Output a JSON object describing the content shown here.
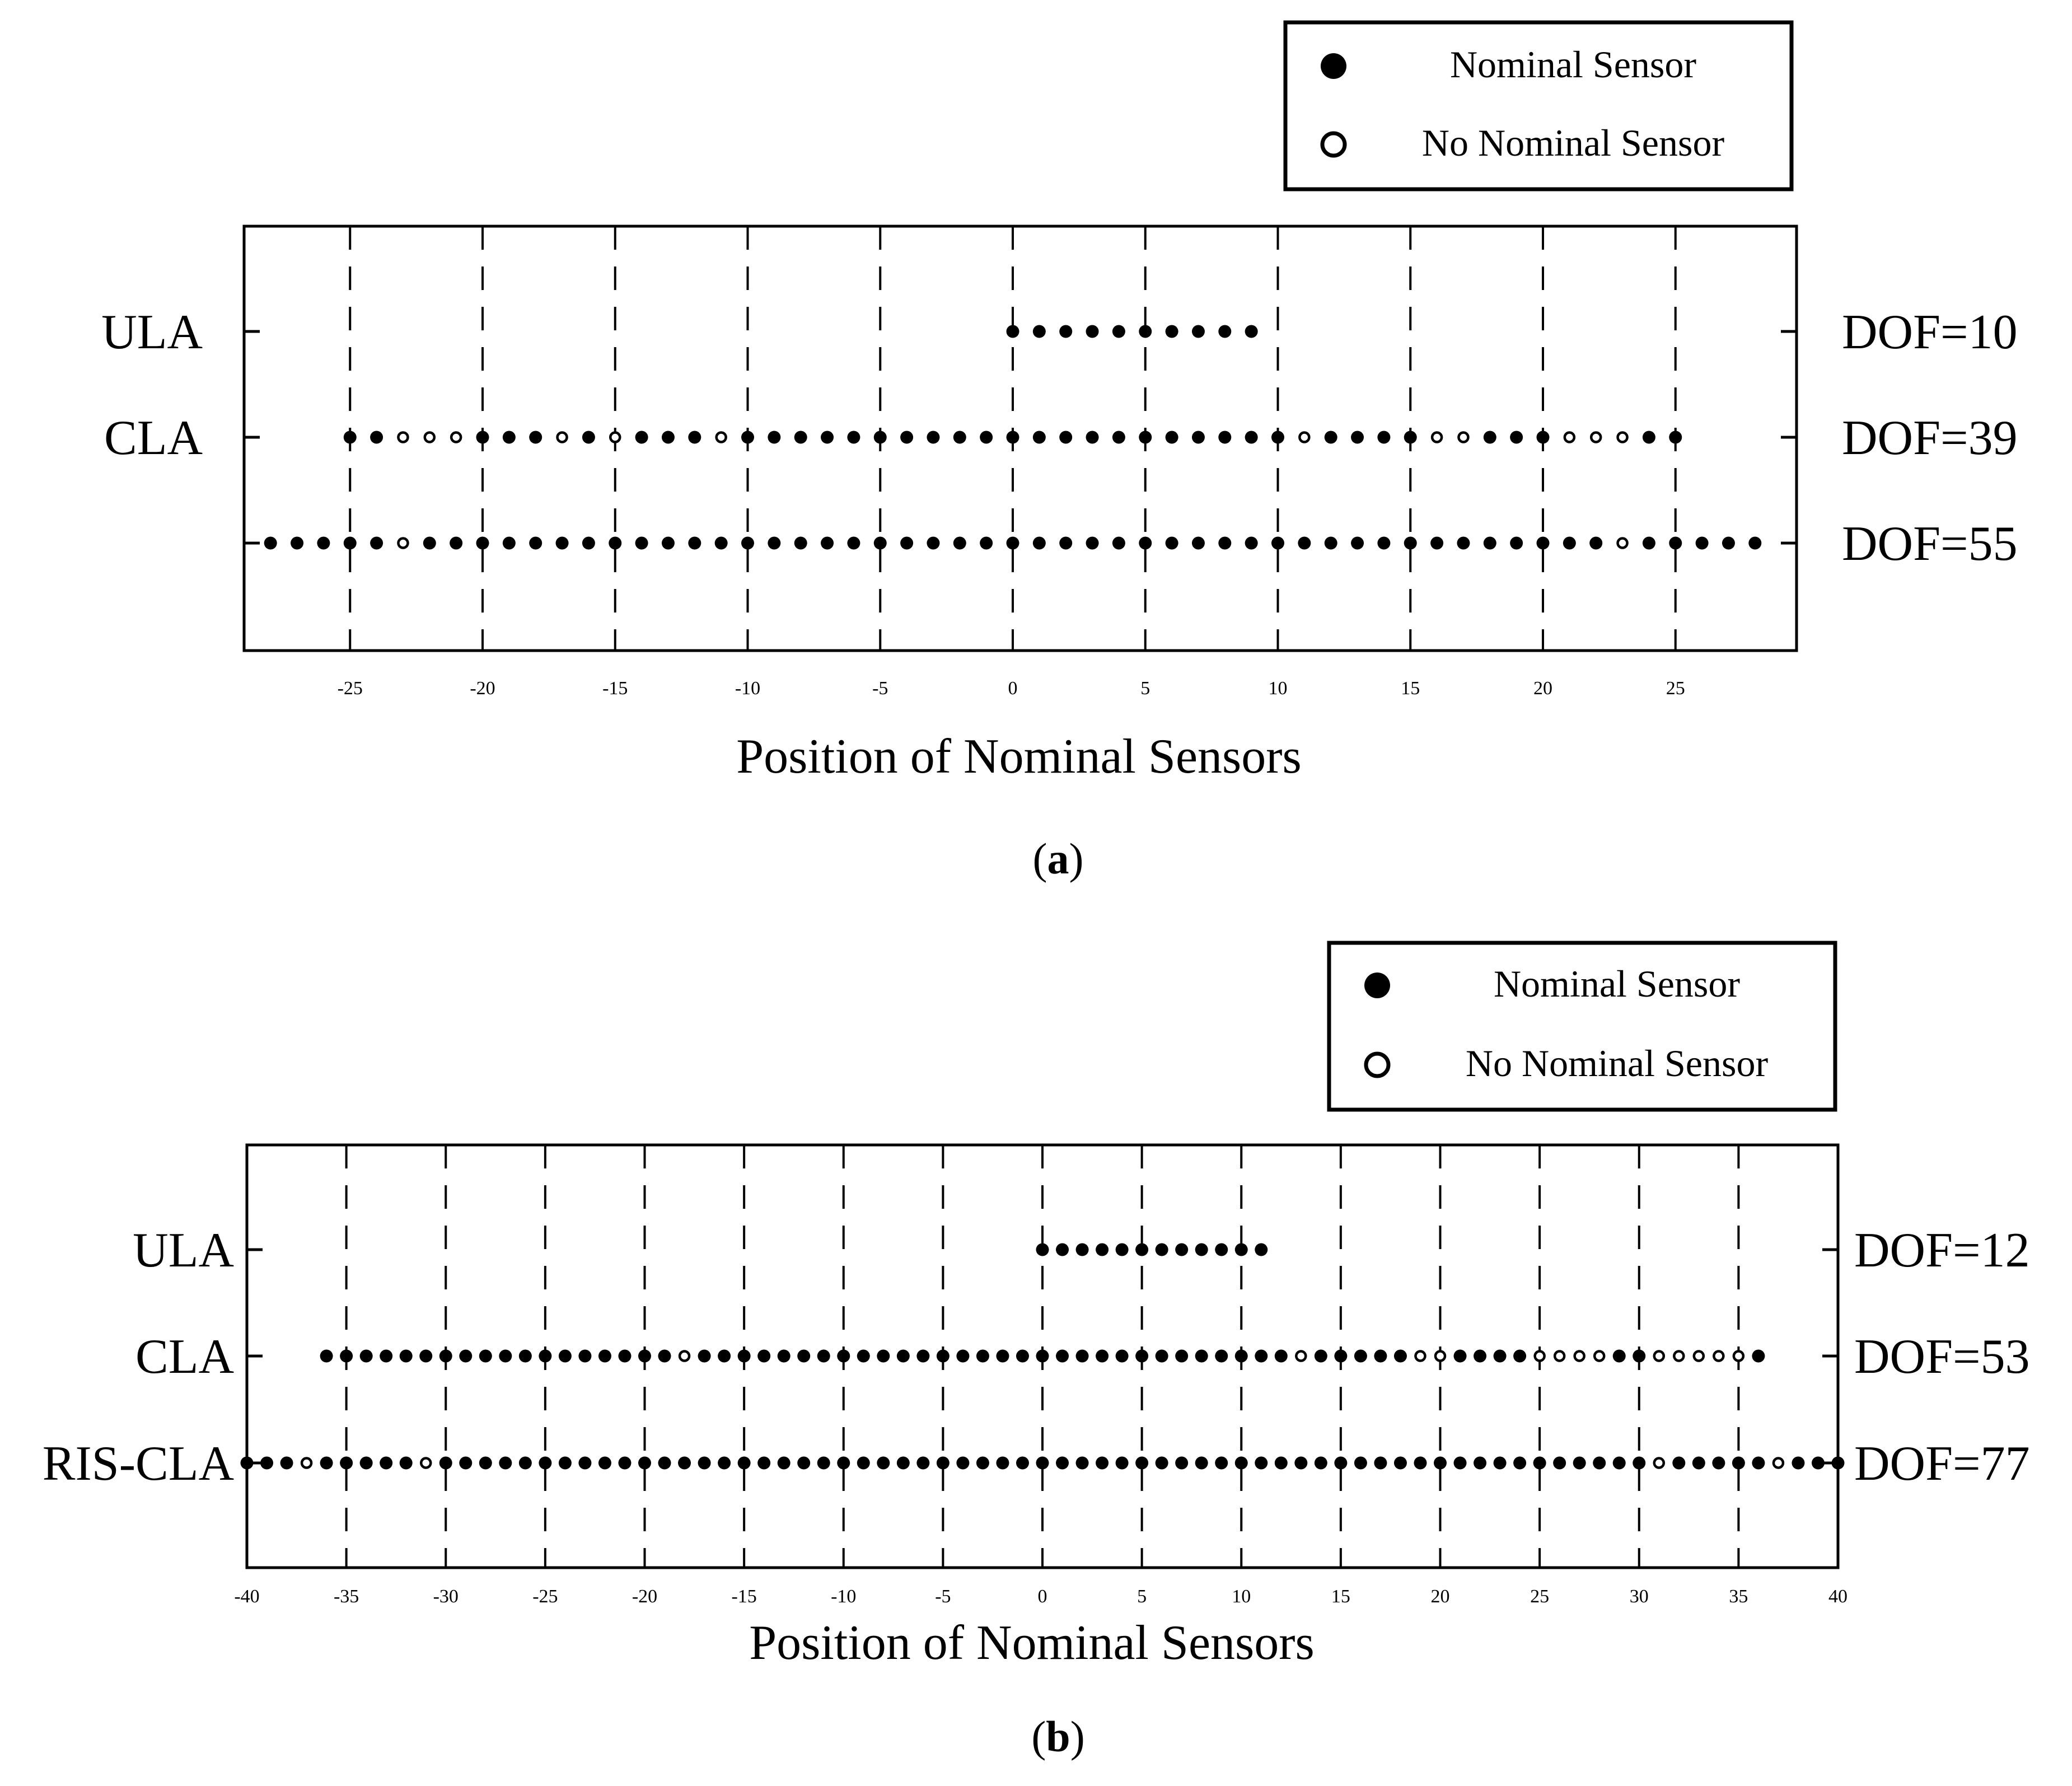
{
  "legend": {
    "filled_label": "Nominal Sensor",
    "hollow_label": "No Nominal Sensor"
  },
  "colors": {
    "ink": "#000000",
    "background": "#ffffff"
  },
  "chart_data": [
    {
      "type": "scatter",
      "caption": "(a)",
      "xlabel": "Position of Nominal Sensors",
      "xlim": [
        -29,
        29.5
      ],
      "xticks": [
        -25,
        -20,
        -15,
        -10,
        -5,
        0,
        5,
        10,
        15,
        20,
        25
      ],
      "grid": "vertical dashed lines at x ticks",
      "legend_position": "top-right, above plot",
      "series": [
        {
          "name": "ULA",
          "dof_label": "DOF=10",
          "filled": [
            0,
            1,
            2,
            3,
            4,
            5,
            6,
            7,
            8,
            9
          ],
          "hollow": []
        },
        {
          "name": "CLA",
          "dof_label": "DOF=39",
          "filled": [
            -25,
            -24,
            -20,
            -19,
            -18,
            -16,
            -14,
            -13,
            -12,
            -10,
            -9,
            -8,
            -7,
            -6,
            -5,
            -4,
            -3,
            -2,
            -1,
            0,
            1,
            2,
            3,
            4,
            5,
            6,
            7,
            8,
            9,
            10,
            12,
            13,
            14,
            15,
            18,
            19,
            20,
            24,
            25
          ],
          "hollow": [
            -23,
            -22,
            -21,
            -17,
            -15,
            -11,
            11,
            16,
            17,
            21,
            22,
            23
          ]
        },
        {
          "name": "",
          "dof_label": "DOF=55",
          "filled": [
            -28,
            -27,
            -26,
            -25,
            -24,
            -22,
            -21,
            -20,
            -19,
            -18,
            -17,
            -16,
            -15,
            -14,
            -13,
            -12,
            -11,
            -10,
            -9,
            -8,
            -7,
            -6,
            -5,
            -4,
            -3,
            -2,
            -1,
            0,
            1,
            2,
            3,
            4,
            5,
            6,
            7,
            8,
            9,
            10,
            11,
            12,
            13,
            14,
            15,
            16,
            17,
            18,
            19,
            20,
            21,
            22,
            24,
            25,
            26,
            27,
            28
          ],
          "hollow": [
            -23,
            23
          ]
        }
      ]
    },
    {
      "type": "scatter",
      "caption": "(b)",
      "xlabel": "Position of Nominal Sensors",
      "xlim": [
        -40,
        40
      ],
      "xticks": [
        -40,
        -35,
        -30,
        -25,
        -20,
        -15,
        -10,
        -5,
        0,
        5,
        10,
        15,
        20,
        25,
        30,
        35,
        40
      ],
      "grid": "vertical dashed lines at x ticks",
      "legend_position": "top-right, above plot",
      "series": [
        {
          "name": "ULA",
          "dof_label": "DOF=12",
          "filled": [
            0,
            1,
            2,
            3,
            4,
            5,
            6,
            7,
            8,
            9,
            10,
            11
          ],
          "hollow": []
        },
        {
          "name": "CLA",
          "dof_label": "DOF=53",
          "filled": [
            -36,
            -35,
            -34,
            -33,
            -32,
            -31,
            -30,
            -29,
            -28,
            -27,
            -26,
            -25,
            -24,
            -23,
            -22,
            -21,
            -20,
            -19,
            -17,
            -16,
            -15,
            -14,
            -13,
            -12,
            -11,
            -10,
            -9,
            -8,
            -7,
            -6,
            -5,
            -4,
            -3,
            -2,
            -1,
            0,
            1,
            2,
            3,
            4,
            5,
            6,
            7,
            8,
            9,
            10,
            11,
            12,
            14,
            15,
            16,
            17,
            18,
            21,
            22,
            23,
            24,
            29,
            30,
            36
          ],
          "hollow": [
            -18,
            13,
            19,
            20,
            25,
            26,
            27,
            28,
            31,
            32,
            33,
            34,
            35
          ]
        },
        {
          "name": "RIS-CLA",
          "dof_label": "DOF=77",
          "filled": [
            -40,
            -39,
            -38,
            -36,
            -35,
            -34,
            -33,
            -32,
            -30,
            -29,
            -28,
            -27,
            -26,
            -25,
            -24,
            -23,
            -22,
            -21,
            -20,
            -19,
            -18,
            -17,
            -16,
            -15,
            -14,
            -13,
            -12,
            -11,
            -10,
            -9,
            -8,
            -7,
            -6,
            -5,
            -4,
            -3,
            -2,
            -1,
            0,
            1,
            2,
            3,
            4,
            5,
            6,
            7,
            8,
            9,
            10,
            11,
            12,
            13,
            14,
            15,
            16,
            17,
            18,
            19,
            20,
            21,
            22,
            23,
            24,
            25,
            26,
            27,
            28,
            29,
            30,
            32,
            33,
            34,
            35,
            36,
            38,
            39,
            40
          ],
          "hollow": [
            -37,
            -31,
            31,
            37
          ]
        }
      ]
    }
  ]
}
